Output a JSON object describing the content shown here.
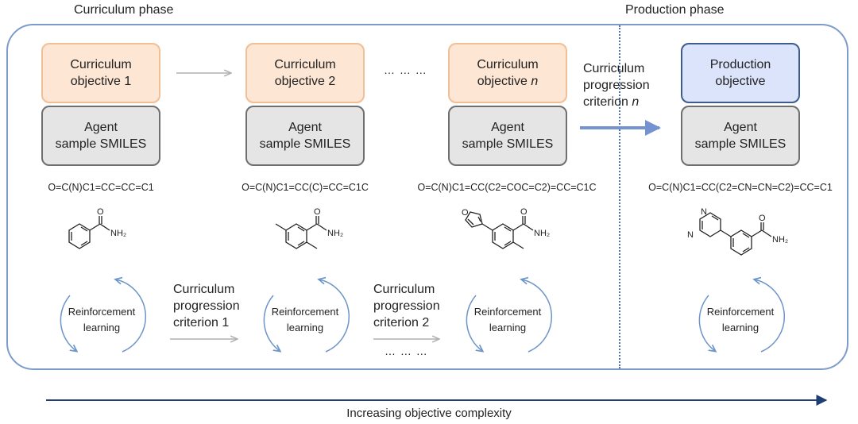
{
  "phases": {
    "curriculum": "Curriculum phase",
    "production": "Production phase"
  },
  "columns": [
    {
      "objective_line1": "Curriculum",
      "objective_line2": "objective 1",
      "agent_line1": "Agent",
      "agent_line2": "sample SMILES",
      "smiles": "O=C(N)C1=CC=CC=C1",
      "rl_line1": "Reinforcement",
      "rl_line2": "learning"
    },
    {
      "objective_line1": "Curriculum",
      "objective_line2": "objective 2",
      "agent_line1": "Agent",
      "agent_line2": "sample SMILES",
      "smiles": "O=C(N)C1=CC(C)=CC=C1C",
      "rl_line1": "Reinforcement",
      "rl_line2": "learning"
    },
    {
      "objective_line1": "Curriculum",
      "objective_line2": "objective ",
      "objective_line2_italic": "n",
      "agent_line1": "Agent",
      "agent_line2": "sample SMILES",
      "smiles": "O=C(N)C1=CC(C2=COC=C2)=CC=C1C",
      "rl_line1": "Reinforcement",
      "rl_line2": "learning"
    },
    {
      "objective_line1": "Production",
      "objective_line2": "objective",
      "agent_line1": "Agent",
      "agent_line2": "sample SMILES",
      "smiles": "O=C(N)C1=CC(C2=CN=CN=C2)=CC=C1",
      "rl_line1": "Reinforcement",
      "rl_line2": "learning"
    }
  ],
  "criteria": {
    "c1": [
      "Curriculum",
      "progression",
      "criterion 1"
    ],
    "c2": [
      "Curriculum",
      "progression",
      "criterion 2"
    ],
    "cn": [
      "Curriculum",
      "progression",
      "criterion "
    ],
    "cn_italic": "n"
  },
  "ellipsis": "… … …",
  "molecule_labels": {
    "amide_nh2": "NH₂",
    "carbonyl_o": "O",
    "furan_o": "O",
    "pyrimidine_n": "N"
  },
  "axis_label": "Increasing objective complexity",
  "colors": {
    "frame": "#7c9cc9",
    "curriculum_fill": "#fde6d4",
    "curriculum_border": "#f0bf95",
    "production_fill": "#dbe4fb",
    "production_border": "#3e5d8c",
    "agent_fill": "#e5e5e5",
    "agent_border": "#6f6f6f",
    "rl_arrow": "#6d95c9",
    "main_arrow": "#7592d1",
    "axis_arrow": "#1f3e73"
  }
}
